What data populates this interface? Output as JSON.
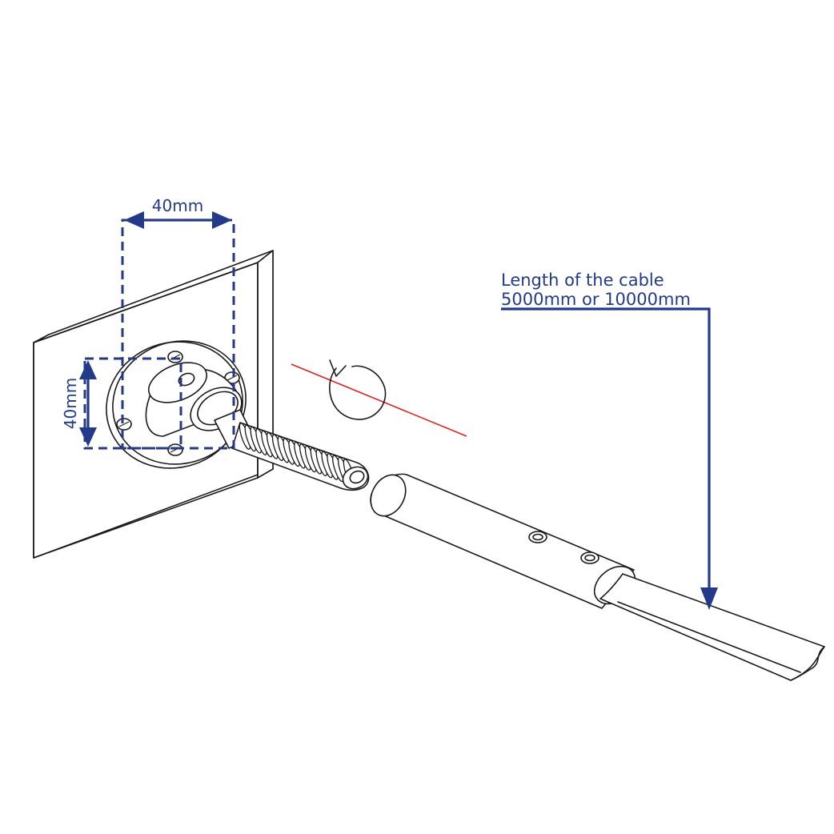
{
  "dimensions": {
    "width_label": "40mm",
    "height_label": "40mm"
  },
  "cable": {
    "label_line1": "Length of the cable",
    "label_line2": "5000mm or 10000mm"
  },
  "colors": {
    "annotation": "#233a8b",
    "axis": "#e02020",
    "ink": "#1a1a1a"
  },
  "icons": {
    "rotation": "rotation-arrow-icon"
  }
}
